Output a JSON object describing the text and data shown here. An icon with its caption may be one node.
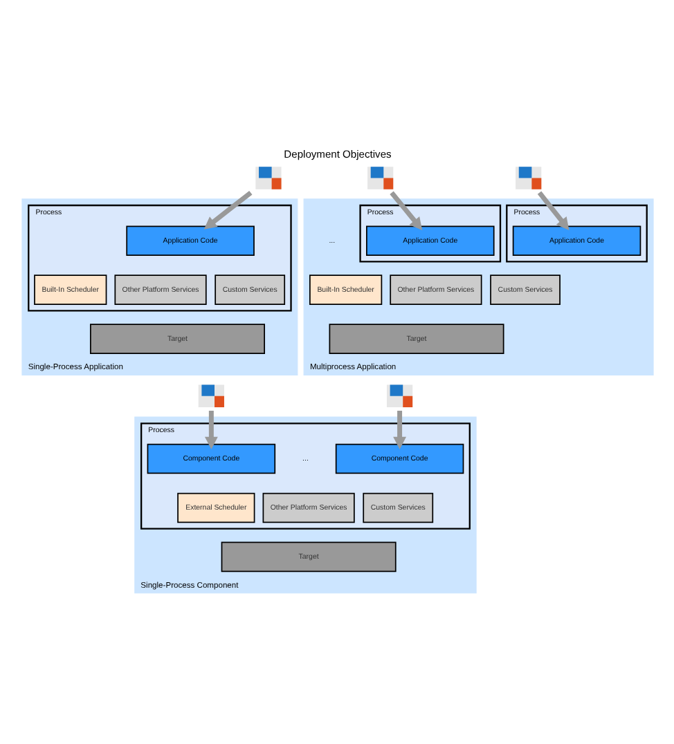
{
  "diagram": {
    "title": "Deployment Objectives",
    "nodes": [
      {
        "text": [
          "Single-Process Application"
        ]
      },
      {
        "text": [],
        "shape": "picture"
      },
      {
        "text": [
          "Process"
        ],
        "in": 0
      },
      {
        "text": [
          "Application Code"
        ],
        "in": 2
      },
      {
        "text": [
          "Built-In Scheduler"
        ],
        "in": 2
      },
      {
        "text": [
          "Other Platform Services"
        ],
        "in": 2
      },
      {
        "text": [
          "Custom Services"
        ],
        "in": 2
      },
      {
        "text": [
          "Target"
        ],
        "in": 0
      },
      {
        "text": [
          "Multiprocess Application"
        ]
      },
      {
        "text": [],
        "shape": "picture"
      },
      {
        "text": [],
        "shape": "picture"
      },
      {
        "text": [
          "Process"
        ],
        "in": 8
      },
      {
        "text": [
          "Application Code"
        ],
        "in": 11
      },
      {
        "text": [
          "Process"
        ],
        "in": 8
      },
      {
        "text": [
          "Application Code"
        ],
        "in": 13
      },
      {
        "text": [
          "Built-In Scheduler"
        ],
        "in": 8
      },
      {
        "text": [
          "Other Platform Services"
        ],
        "in": 8
      },
      {
        "text": [
          "Custom Services"
        ],
        "in": 8
      },
      {
        "text": [
          "Target"
        ],
        "in": 8
      },
      {
        "text": [
          "Single-Process Component"
        ]
      },
      {
        "text": [],
        "shape": "picture"
      },
      {
        "text": [],
        "shape": "picture"
      },
      {
        "text": [
          "Process"
        ],
        "in": 19
      },
      {
        "text": [
          "Component Code"
        ],
        "in": 22
      },
      {
        "text": [
          "Component Code"
        ],
        "in": 22
      },
      {
        "text": [
          "External Scheduler"
        ],
        "in": 22
      },
      {
        "text": [
          "Other Platform Services"
        ],
        "in": 22
      },
      {
        "text": [
          "Custom Services"
        ],
        "in": 22
      },
      {
        "text": [
          "Target"
        ],
        "in": 19
      }
    ],
    "edges": [
      {
        "from": 1,
        "to": 3,
        "arrow": "to"
      },
      {
        "from": 9,
        "to": 12,
        "arrow": "to"
      },
      {
        "from": 10,
        "to": 14,
        "arrow": "to"
      },
      {
        "from": 20,
        "to": 23,
        "arrow": "to"
      },
      {
        "from": 21,
        "to": 24,
        "arrow": "to"
      }
    ],
    "labels": [
      "...",
      "..."
    ]
  }
}
